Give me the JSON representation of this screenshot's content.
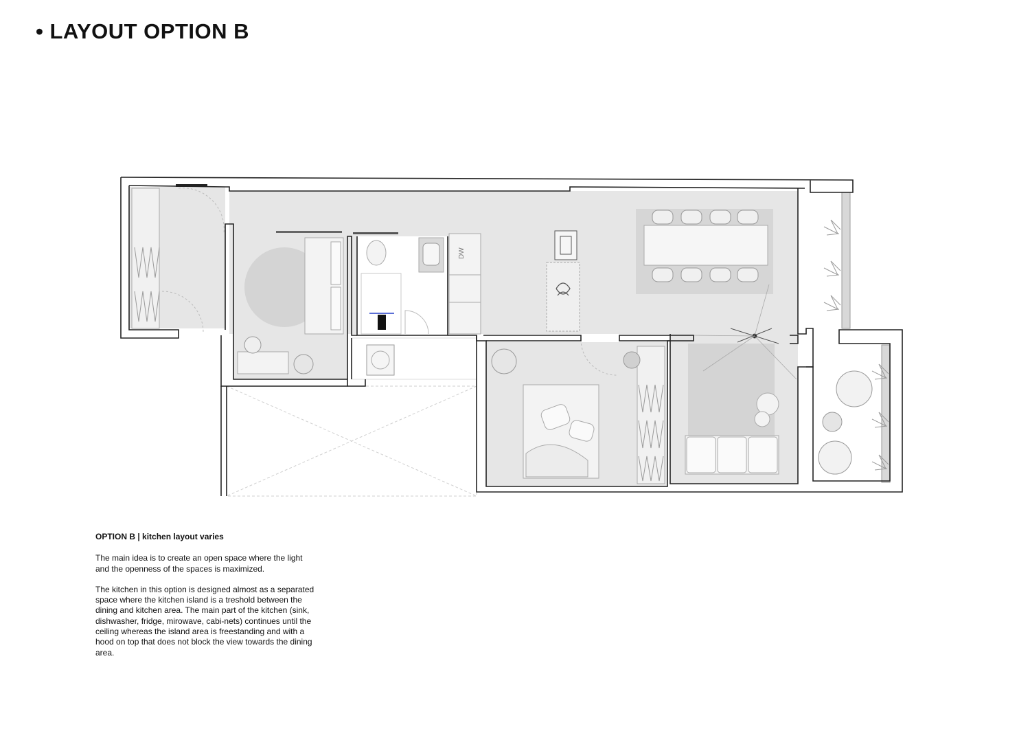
{
  "page": {
    "title": "• LAYOUT OPTION B"
  },
  "plan": {
    "appliance_label": "DW",
    "colors": {
      "wall": "#222222",
      "floor": "#e6e6e6",
      "bathroom": "#ffffff",
      "furniture": "#f3f3f3",
      "rug": "#d6d6d6",
      "line": "#b5b5b5"
    }
  },
  "description": {
    "heading": "OPTION B | kitchen layout varies",
    "paragraphs": [
      "The main idea is to create an open space where the light and the openness of the spaces is maximized.",
      "The kitchen in this option is designed almost as a separated space where the kitchen island is a treshold between the dining and kitchen area. The main part of the kitchen (sink, dishwasher, fridge, mirowave, cabi-nets) continues until the ceiling whereas the island area is freestanding and with a hood on top that does not block the view towards the dining area."
    ]
  }
}
